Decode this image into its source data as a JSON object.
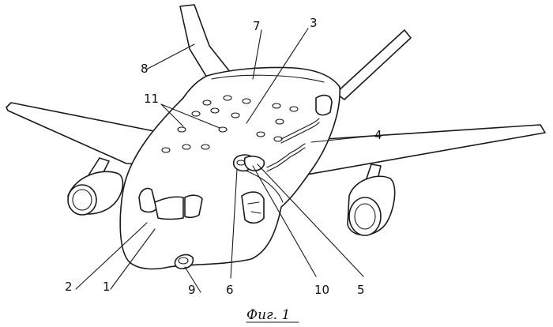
{
  "figure": {
    "caption": "Фиг. 1",
    "labels": {
      "l1": "1",
      "l2": "2",
      "l3": "3",
      "l4": "4",
      "l5": "5",
      "l6": "6",
      "l7": "7",
      "l8": "8",
      "l9": "9",
      "l10": "10",
      "l11": "11"
    }
  },
  "colors": {
    "ink": "#1a1a1a",
    "background": "#ffffff"
  }
}
